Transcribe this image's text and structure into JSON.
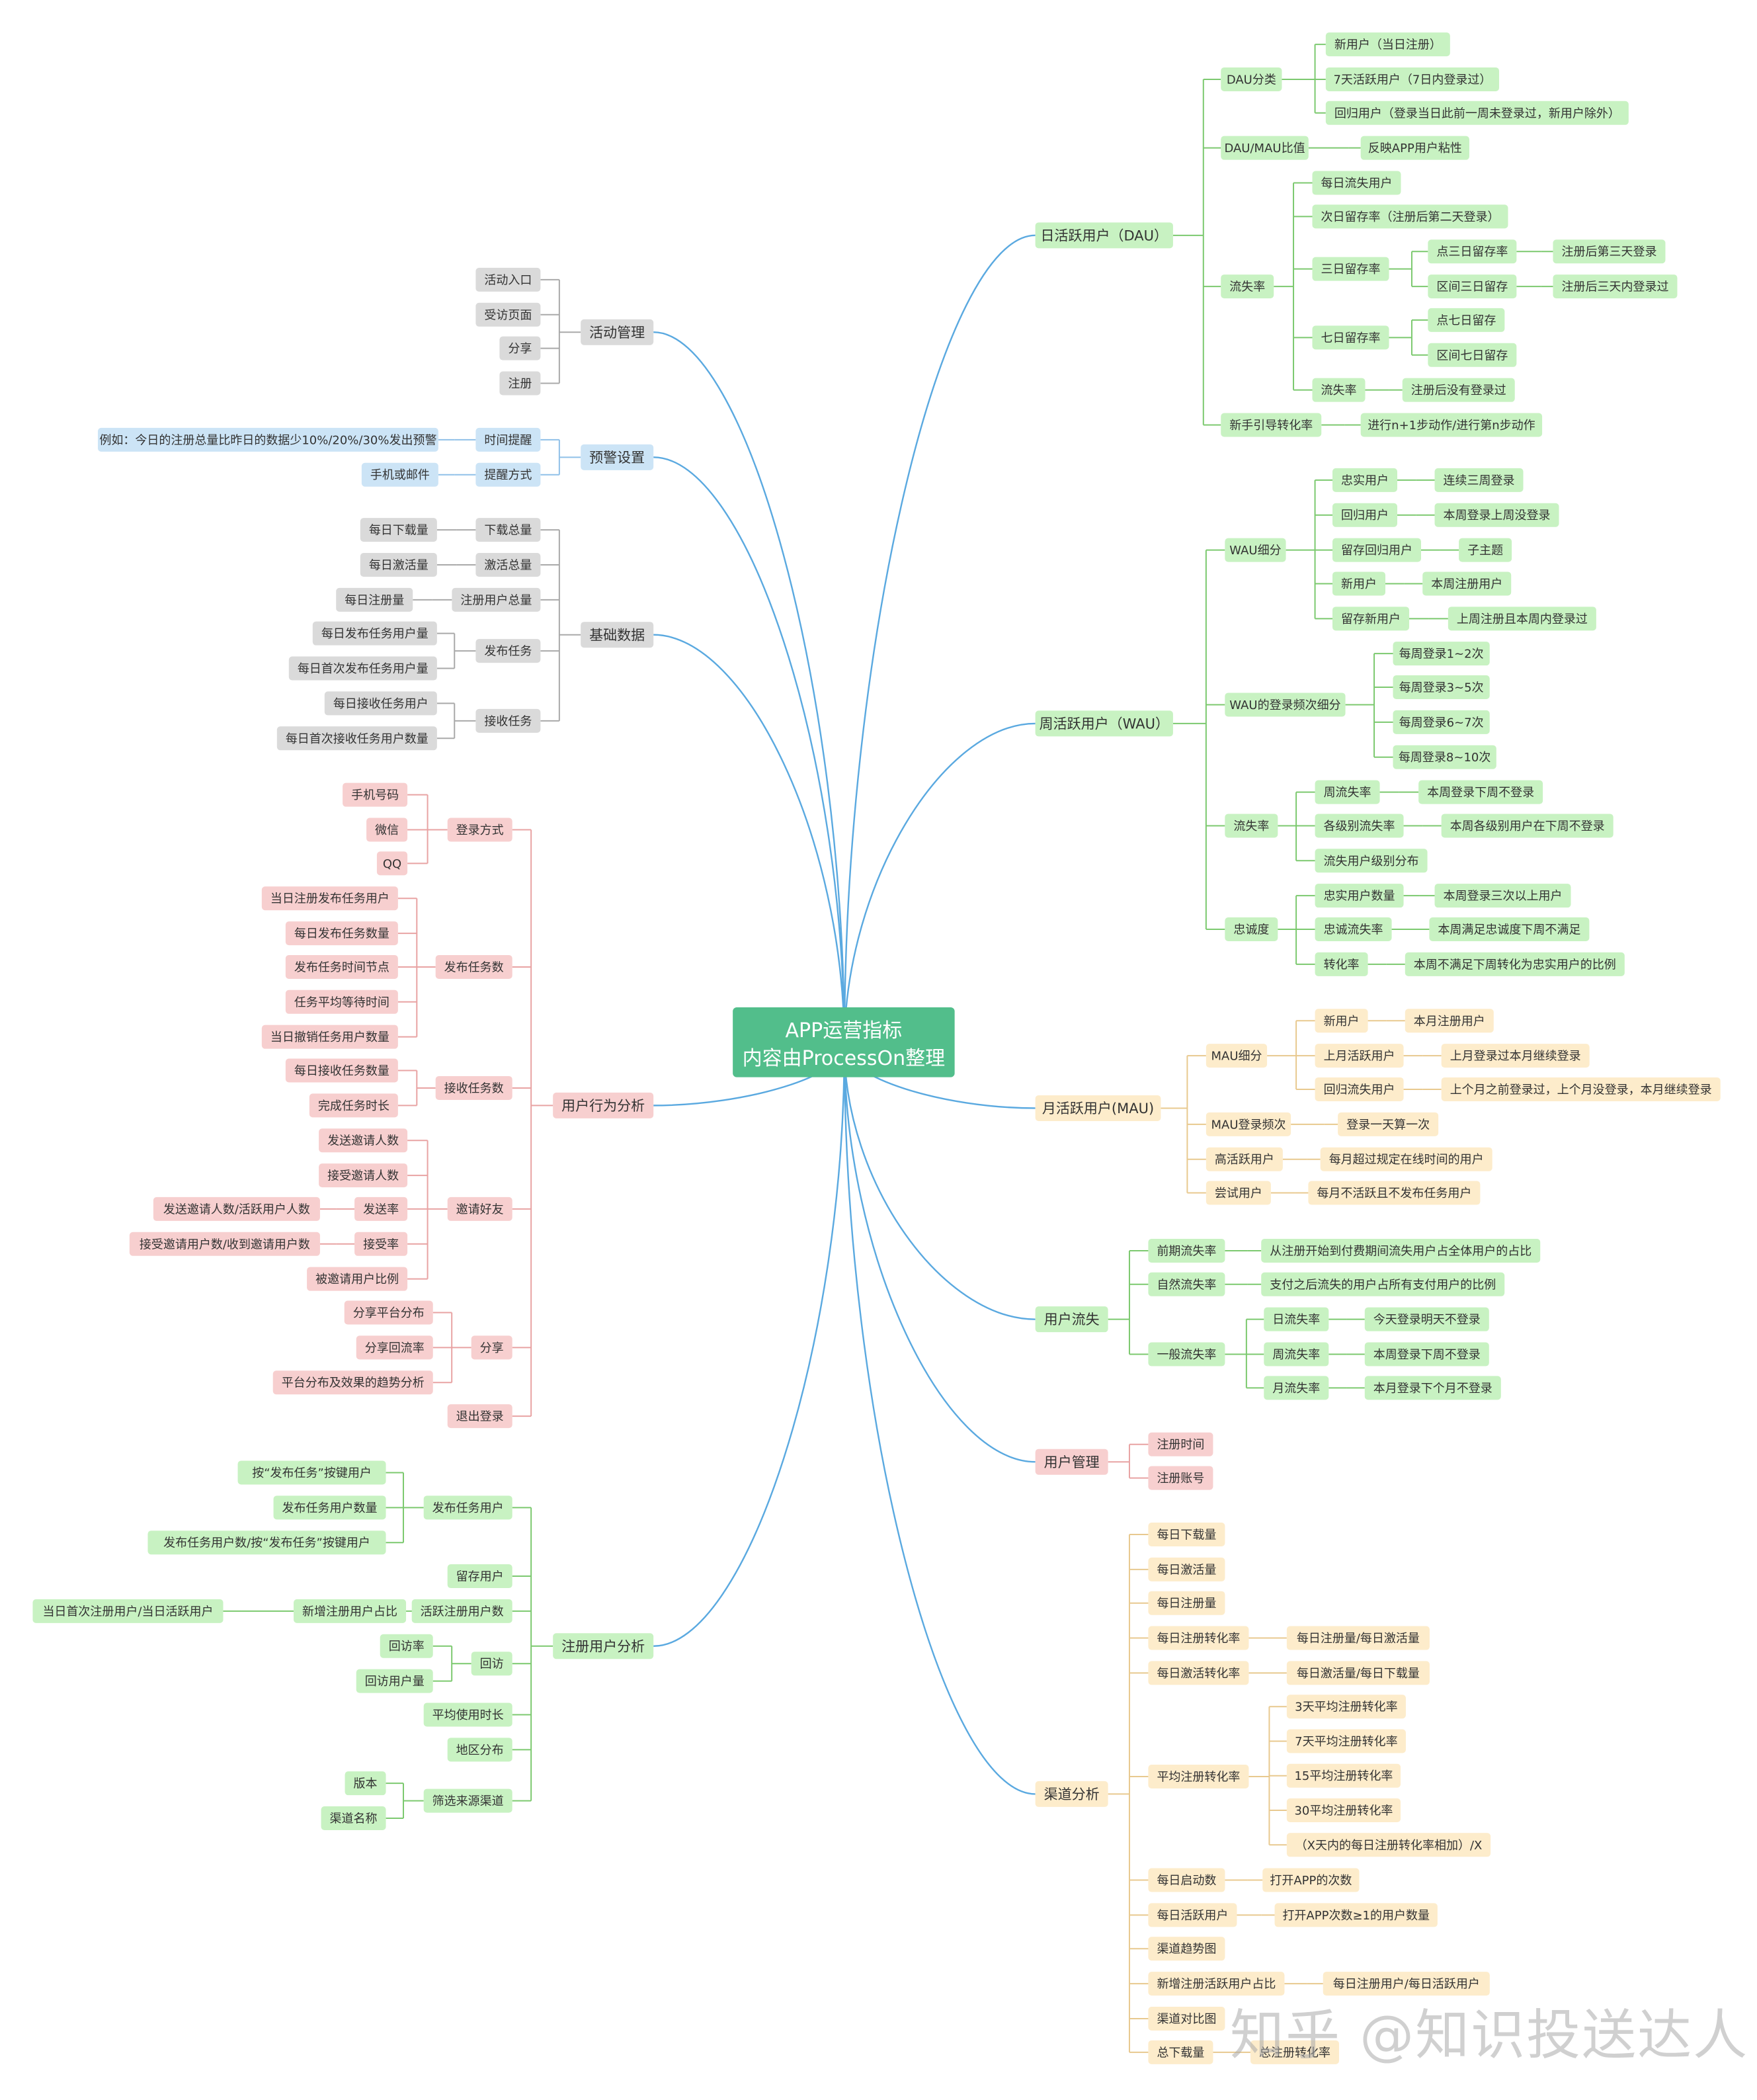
{
  "root": {
    "line1": "APP运营指标",
    "line2": "内容由ProcessOn整理"
  },
  "colors": {
    "green_fill": "#c8f2c2",
    "green_line": "#7cc96f",
    "gray_fill": "#dadada",
    "gray_line": "#a9a9a9",
    "blue_fill": "#cce4f6",
    "blue_line": "#8fc0e8",
    "pink_fill": "#f7cfcf",
    "pink_line": "#e8a3a3",
    "yellow_fill": "#fdeccb",
    "yellow_line": "#e8c98f",
    "main_branch": "#5aa9e0",
    "root_fill": "#52be8b"
  },
  "branches": {
    "dau": {
      "label": "日活跃用户（DAU）",
      "dau_class": "DAU分类",
      "new_user": "新用户（当日注册）",
      "active7": "7天活跃用户（7日内登录过）",
      "return_user": "回归用户（登录当日此前一周未登录过，新用户除外）",
      "ratio": "DAU/MAU比值",
      "ratio_desc": "反映APP用户粘性",
      "churn": "流失率",
      "daily_churn_users": "每日流失用户",
      "next_day_retention": "次日留存率（注册后第二天登录）",
      "day3_retention": "三日留存率",
      "point3": "点三日留存率",
      "point3_desc": "注册后第三天登录",
      "range3": "区间三日留存",
      "range3_desc": "注册后三天内登录过",
      "day7_retention": "七日留存率",
      "point7": "点七日留存",
      "range7": "区间七日留存",
      "churn_rate": "流失率",
      "churn_rate_desc": "注册后没有登录过",
      "guide_conv": "新手引导转化率",
      "guide_conv_desc": "进行n+1步动作/进行第n步动作"
    },
    "wau": {
      "label": "周活跃用户（WAU）",
      "seg": "WAU细分",
      "loyal": "忠实用户",
      "loyal_desc": "连续三周登录",
      "back": "回归用户",
      "back_desc": "本周登录上周没登录",
      "retained_back": "留存回归用户",
      "retained_back_desc": "子主题",
      "new_user": "新用户",
      "new_user_desc": "本周注册用户",
      "retained_new": "留存新用户",
      "retained_new_desc": "上周注册且本周内登录过",
      "freq": "WAU的登录频次细分",
      "freq1": "每周登录1~2次",
      "freq2": "每周登录3~5次",
      "freq3": "每周登录6~7次",
      "freq4": "每周登录8~10次",
      "churn": "流失率",
      "weekly_churn": "周流失率",
      "weekly_churn_desc": "本周登录下周不登录",
      "level_churn": "各级别流失率",
      "level_churn_desc": "本周各级别用户在下周不登录",
      "level_dist": "流失用户级别分布",
      "loyalty": "忠诚度",
      "loyal_count": "忠实用户数量",
      "loyal_count_desc": "本周登录三次以上用户",
      "loyal_churn": "忠诚流失率",
      "loyal_churn_desc": "本周满足忠诚度下周不满足",
      "conv": "转化率",
      "conv_desc": "本周不满足下周转化为忠实用户的比例"
    },
    "mau": {
      "label": "月活跃用户(MAU)",
      "seg": "MAU细分",
      "new_user": "新用户",
      "new_user_desc": "本月注册用户",
      "last_month_active": "上月活跃用户",
      "last_month_active_desc": "上月登录过本月继续登录",
      "returning": "回归流失用户",
      "returning_desc": "上个月之前登录过，上个月没登录，本月继续登录",
      "freq": "MAU登录频次",
      "freq_desc": "登录一天算一次",
      "high_active": "高活跃用户",
      "high_active_desc": "每月超过规定在线时间的用户",
      "trial": "尝试用户",
      "trial_desc": "每月不活跃且不发布任务用户"
    },
    "churn": {
      "label": "用户流失",
      "early": "前期流失率",
      "early_desc": "从注册开始到付费期间流失用户占全体用户的占比",
      "natural": "自然流失率",
      "natural_desc": "支付之后流失的用户占所有支付用户的比例",
      "general": "一般流失率",
      "day": "日流失率",
      "day_desc": "今天登录明天不登录",
      "week": "周流失率",
      "week_desc": "本周登录下周不登录",
      "month": "月流失率",
      "month_desc": "本月登录下个月不登录"
    },
    "user_mgmt": {
      "label": "用户管理",
      "reg_time": "注册时间",
      "reg_account": "注册账号"
    },
    "channel": {
      "label": "渠道分析",
      "daily_download": "每日下载量",
      "daily_activation": "每日激活量",
      "daily_register": "每日注册量",
      "reg_conv": "每日注册转化率",
      "reg_conv_desc": "每日注册量/每日激活量",
      "act_conv": "每日激活转化率",
      "act_conv_desc": "每日激活量/每日下载量",
      "avg_reg_conv": "平均注册转化率",
      "avg3": "3天平均注册转化率",
      "avg7": "7天平均注册转化率",
      "avg15": "15平均注册转化率",
      "avg30": "30平均注册转化率",
      "avgx": "（X天内的每日注册转化率相加）/X",
      "daily_launch": "每日启动数",
      "daily_launch_desc": "打开APP的次数",
      "daily_active": "每日活跃用户",
      "daily_active_desc": "打开APP次数≥1的用户数量",
      "trend": "渠道趋势图",
      "new_reg_ratio": "新增注册活跃用户占比",
      "new_reg_ratio_desc": "每日注册用户/每日活跃用户",
      "compare": "渠道对比图",
      "total_download": "总下载量",
      "total_download_desc": "总注册转化率"
    },
    "activity": {
      "label": "活动管理",
      "entry": "活动入口",
      "visited": "受访页面",
      "share": "分享",
      "register": "注册"
    },
    "alert": {
      "label": "预警设置",
      "time": "时间提醒",
      "time_desc": "例如：今日的注册总量比昨日的数据少10%/20%/30%发出预警",
      "method": "提醒方式",
      "method_desc": "手机或邮件"
    },
    "base": {
      "label": "基础数据",
      "download_total": "下载总量",
      "download_total_desc": "每日下载量",
      "activation_total": "激活总量",
      "activation_total_desc": "每日激活量",
      "reg_total": "注册用户总量",
      "reg_total_desc": "每日注册量",
      "publish": "发布任务",
      "publish_a": "每日发布任务用户量",
      "publish_b": "每日首次发布任务用户量",
      "receive": "接收任务",
      "receive_a": "每日接收任务用户",
      "receive_b": "每日首次接收任务用户数量"
    },
    "behavior": {
      "label": "用户行为分析",
      "login": "登录方式",
      "phone": "手机号码",
      "wechat": "微信",
      "qq": "QQ",
      "publish": "发布任务数",
      "pub1": "当日注册发布任务用户",
      "pub2": "每日发布任务数量",
      "pub3": "发布任务时间节点",
      "pub4": "任务平均等待时间",
      "pub5": "当日撤销任务用户数量",
      "receive": "接收任务数",
      "rec1": "每日接收任务数量",
      "rec2": "完成任务时长",
      "invite": "邀请好友",
      "inv1": "发送邀请人数",
      "inv2": "接受邀请人数",
      "send_rate": "发送率",
      "send_rate_desc": "发送邀请人数/活跃用户人数",
      "accept_rate": "接受率",
      "accept_rate_desc": "接受邀请用户数/收到邀请用户数",
      "inv3": "被邀请用户比例",
      "share": "分享",
      "sh1": "分享平台分布",
      "sh2": "分享回流率",
      "sh3": "平台分布及效果的趋势分析",
      "logout": "退出登录"
    },
    "registered": {
      "label": "注册用户分析",
      "pub_users": "发布任务用户",
      "pu1": "按“发布任务”按键用户",
      "pu2": "发布任务用户数量",
      "pu3": "发布任务用户数/按“发布任务”按键用户",
      "retained": "留存用户",
      "active_reg": "活跃注册用户数",
      "new_reg_ratio": "新增注册用户占比",
      "new_reg_ratio_desc": "当日首次注册用户/当日活跃用户",
      "revisit": "回访",
      "rv1": "回访率",
      "rv2": "回访用户量",
      "avg_time": "平均使用时长",
      "region": "地区分布",
      "source": "筛选来源渠道",
      "version": "版本",
      "channel_name": "渠道名称"
    }
  },
  "watermark": "知乎 @知识投送达人"
}
